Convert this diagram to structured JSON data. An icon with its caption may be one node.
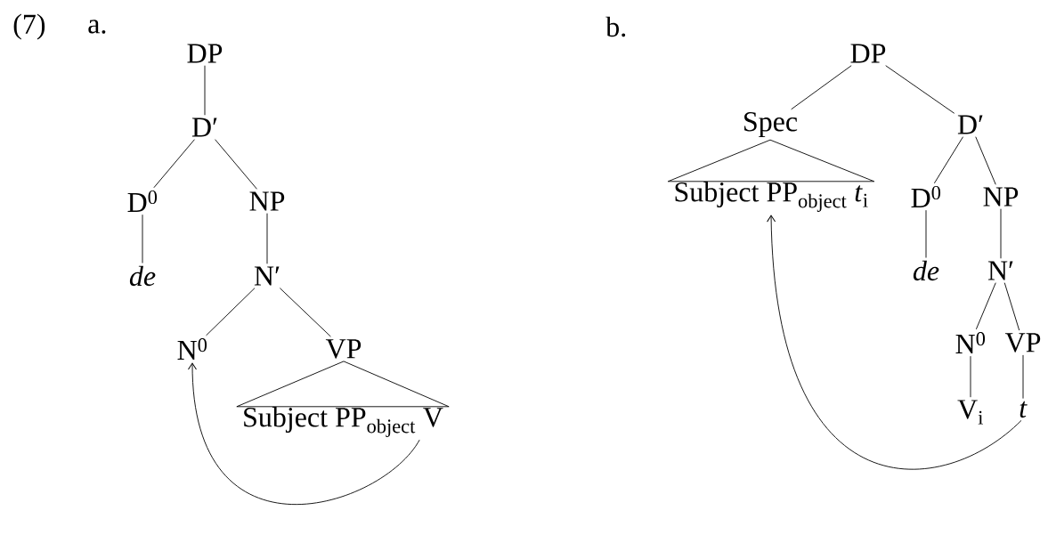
{
  "diagram": {
    "nodes": [
      {
        "text": [
          "DP"
        ]
      },
      {
        "text": [
          "D′"
        ]
      },
      {
        "text": [
          "D$^{0}$"
        ]
      },
      {
        "text": [
          "NP"
        ]
      },
      {
        "text": [
          "*de*"
        ]
      },
      {
        "text": [
          "N′"
        ]
      },
      {
        "text": [
          "N$^{0}$"
        ]
      },
      {
        "text": [
          "VP"
        ]
      },
      {
        "text": [
          "Subject PP$_{object}$ V"
        ]
      },
      {
        "text": [
          "DP"
        ]
      },
      {
        "text": [
          "Spec"
        ]
      },
      {
        "text": [
          "D′"
        ]
      },
      {
        "text": [
          "Subject PP$_{object}$ *t*$_{i}$"
        ]
      },
      {
        "text": [
          "D$^{0}$"
        ]
      },
      {
        "text": [
          "NP"
        ]
      },
      {
        "text": [
          "*de*"
        ]
      },
      {
        "text": [
          "N′"
        ]
      },
      {
        "text": [
          "N$^{0}$"
        ]
      },
      {
        "text": [
          "VP"
        ]
      },
      {
        "text": [
          "V$_{i}$"
        ]
      },
      {
        "text": [
          "*t*"
        ]
      }
    ],
    "edges": [
      {
        "from": 0,
        "to": 1,
        "arrow": "none"
      },
      {
        "from": 1,
        "to": 2,
        "arrow": "none"
      },
      {
        "from": 1,
        "to": 3,
        "arrow": "none"
      },
      {
        "from": 2,
        "to": 4,
        "arrow": "none"
      },
      {
        "from": 3,
        "to": 5,
        "arrow": "none"
      },
      {
        "from": 5,
        "to": 6,
        "arrow": "none"
      },
      {
        "from": 5,
        "to": 7,
        "arrow": "none"
      },
      {
        "from": 7,
        "to": 8,
        "arrow": "none"
      },
      {
        "from": 8,
        "to": 6,
        "arrow": "to"
      },
      {
        "from": 9,
        "to": 10,
        "arrow": "none"
      },
      {
        "from": 9,
        "to": 11,
        "arrow": "none"
      },
      {
        "from": 10,
        "to": 12,
        "arrow": "none"
      },
      {
        "from": 11,
        "to": 13,
        "arrow": "none"
      },
      {
        "from": 11,
        "to": 14,
        "arrow": "none"
      },
      {
        "from": 13,
        "to": 15,
        "arrow": "none"
      },
      {
        "from": 14,
        "to": 16,
        "arrow": "none"
      },
      {
        "from": 16,
        "to": 17,
        "arrow": "none"
      },
      {
        "from": 16,
        "to": 18,
        "arrow": "none"
      },
      {
        "from": 17,
        "to": 19,
        "arrow": "none"
      },
      {
        "from": 18,
        "to": 20,
        "arrow": "none"
      },
      {
        "from": 20,
        "to": 12,
        "arrow": "to"
      }
    ],
    "labels": [
      "(7)",
      "a.",
      "b."
    ]
  }
}
